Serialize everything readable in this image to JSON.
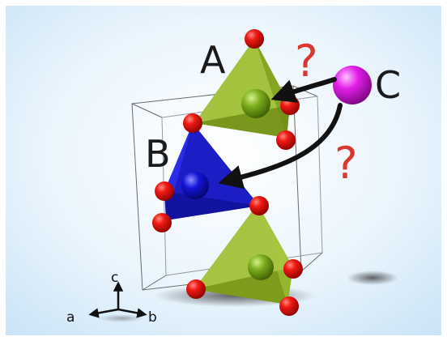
{
  "labels": {
    "site_a": "A",
    "site_b": "B",
    "site_c": "C",
    "question_1": "?",
    "question_2": "?"
  },
  "axes": {
    "a": "a",
    "b": "b",
    "c": "c"
  },
  "colors": {
    "background_center": "#ffffff",
    "background_edge": "#cfe7f8",
    "tetrahedron_green": "#9ebc3a",
    "tetrahedron_blue": "#2a2ae0",
    "atom_oxygen": "#e01010",
    "atom_green": "#7cae1c",
    "atom_blue": "#1414d8",
    "atom_magenta": "#e21fe8",
    "question_mark": "#d9382e",
    "arrow": "#111111"
  }
}
